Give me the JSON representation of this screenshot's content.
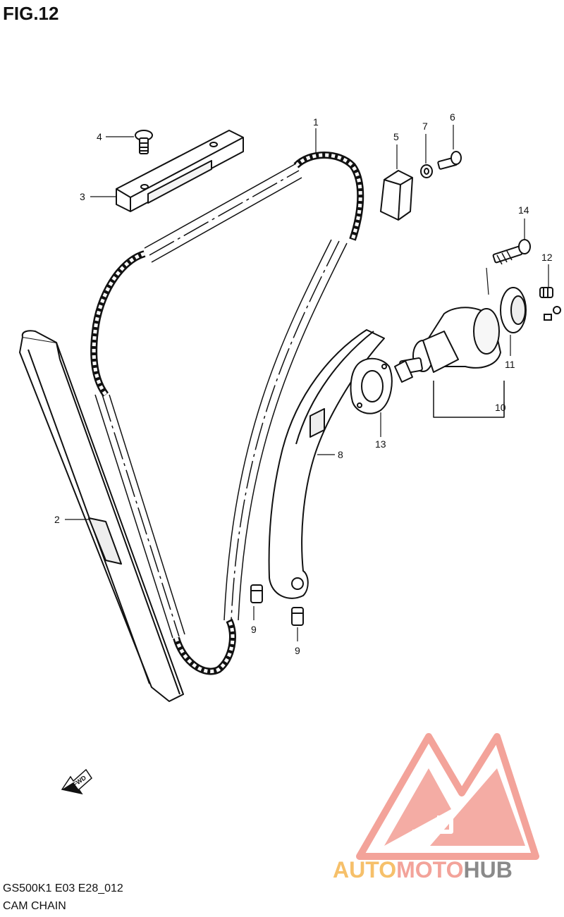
{
  "figure": {
    "title": "FIG.12",
    "code": "GS500K1  E03  E28_012",
    "name": "CAM CHAIN"
  },
  "callouts": {
    "c1": "1",
    "c2": "2",
    "c3": "3",
    "c4": "4",
    "c5": "5",
    "c6": "6",
    "c7": "7",
    "c8": "8",
    "c9a": "9",
    "c9b": "9",
    "c10": "10",
    "c11": "11",
    "c12": "12",
    "c13": "13",
    "c14": "14"
  },
  "direction_badge": "FWD",
  "watermark": {
    "part_a": "AUTO",
    "part_b": "MOTO",
    "part_c": "HUB",
    "logo_color": "#f3a39a",
    "logo_accent": "#f6c06a"
  }
}
